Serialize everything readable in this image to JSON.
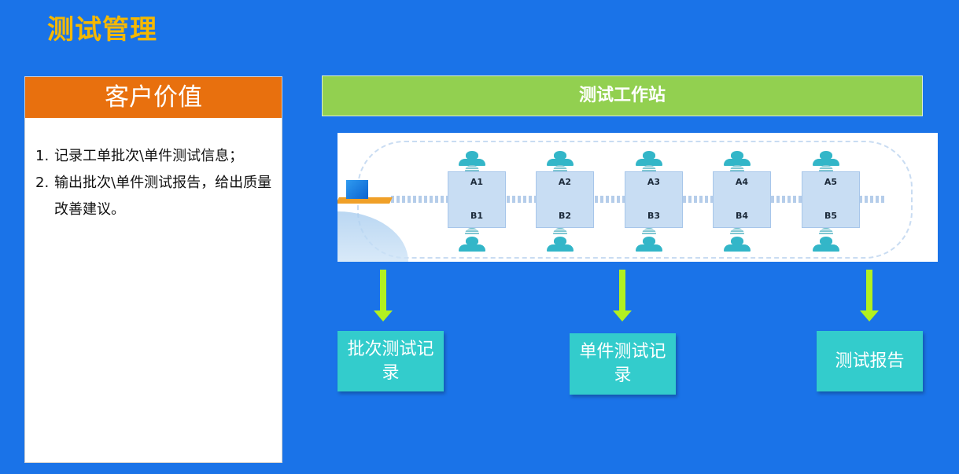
{
  "page_title": "测试管理",
  "value_panel": {
    "title": "客户价值",
    "items": [
      {
        "num": "1.",
        "text": "记录工单批次\\单件测试信息；"
      },
      {
        "num": "2.",
        "text": "输出批次\\单件测试报告，给出质量改善建议。"
      }
    ]
  },
  "workstation": {
    "title": "测试工作站",
    "stations": [
      {
        "top": "A1",
        "bottom": "B1"
      },
      {
        "top": "A2",
        "bottom": "B2"
      },
      {
        "top": "A3",
        "bottom": "B3"
      },
      {
        "top": "A4",
        "bottom": "B4"
      },
      {
        "top": "A5",
        "bottom": "B5"
      }
    ]
  },
  "outputs": [
    {
      "label": "批次测试记录"
    },
    {
      "label": "单件测试记录"
    },
    {
      "label": "测试报告"
    }
  ],
  "colors": {
    "background": "#1a73e8",
    "title": "#f5b800",
    "panel_header": "#e8700e",
    "workstation_header": "#92d050",
    "arrow": "#b2f020",
    "output_box": "#33cccc"
  }
}
